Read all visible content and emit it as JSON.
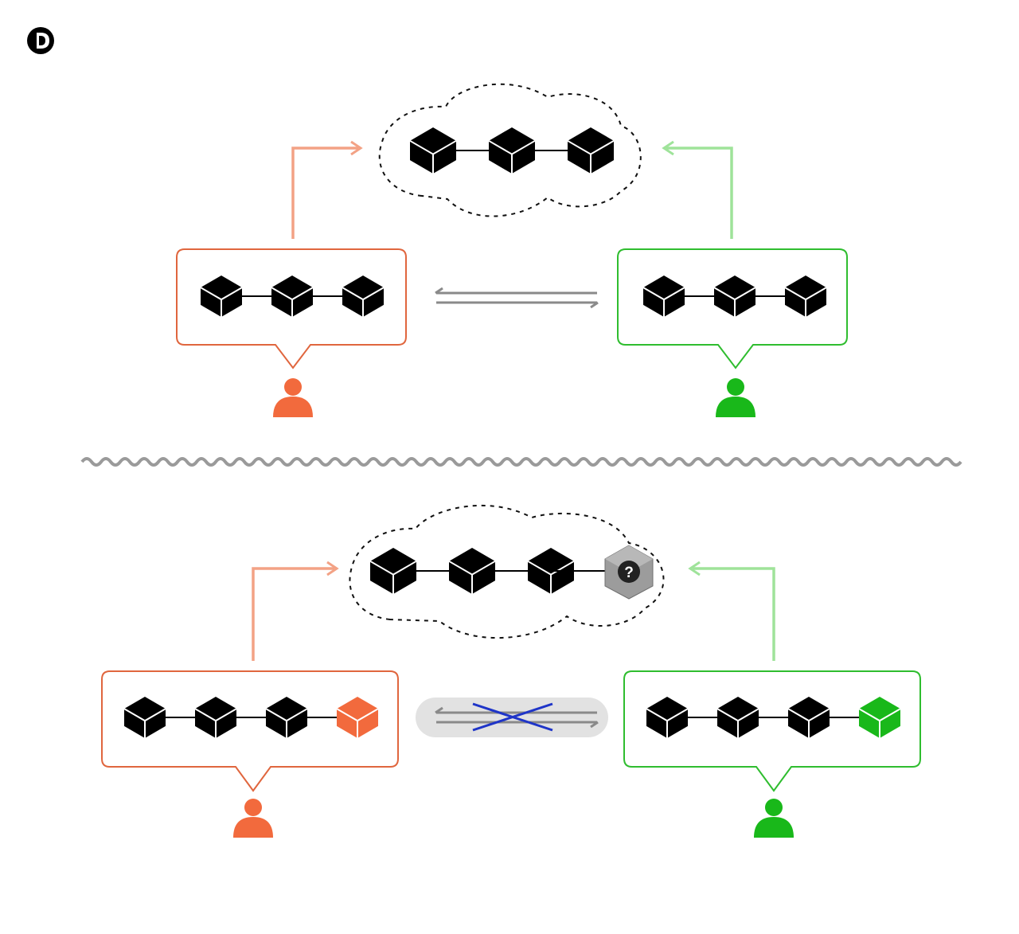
{
  "logo": {
    "icon": "d-logo-icon"
  },
  "colors": {
    "orange": "#f26a3d",
    "orange_light": "#f3a285",
    "green": "#19b81a",
    "green_light": "#9fe39a",
    "block": "#000000",
    "divider": "#9a9a9a",
    "arrow": "#8a8a8a",
    "cross": "#1f35c8",
    "broken_bg": "#e2e2e2"
  },
  "top_scene": {
    "shared_chain_blocks": 3,
    "left_party": {
      "color": "orange",
      "blocks": 3,
      "icon": "person-icon"
    },
    "right_party": {
      "color": "green",
      "blocks": 3,
      "icon": "person-icon"
    },
    "sync": "connected"
  },
  "bottom_scene": {
    "shared_chain_blocks": 3,
    "unknown_block": {
      "label": "?",
      "icon": "question-block-icon"
    },
    "left_party": {
      "color": "orange",
      "blocks": 3,
      "extra_block": "orange",
      "icon": "person-icon"
    },
    "right_party": {
      "color": "green",
      "blocks": 3,
      "extra_block": "green",
      "icon": "person-icon"
    },
    "sync": "broken"
  }
}
